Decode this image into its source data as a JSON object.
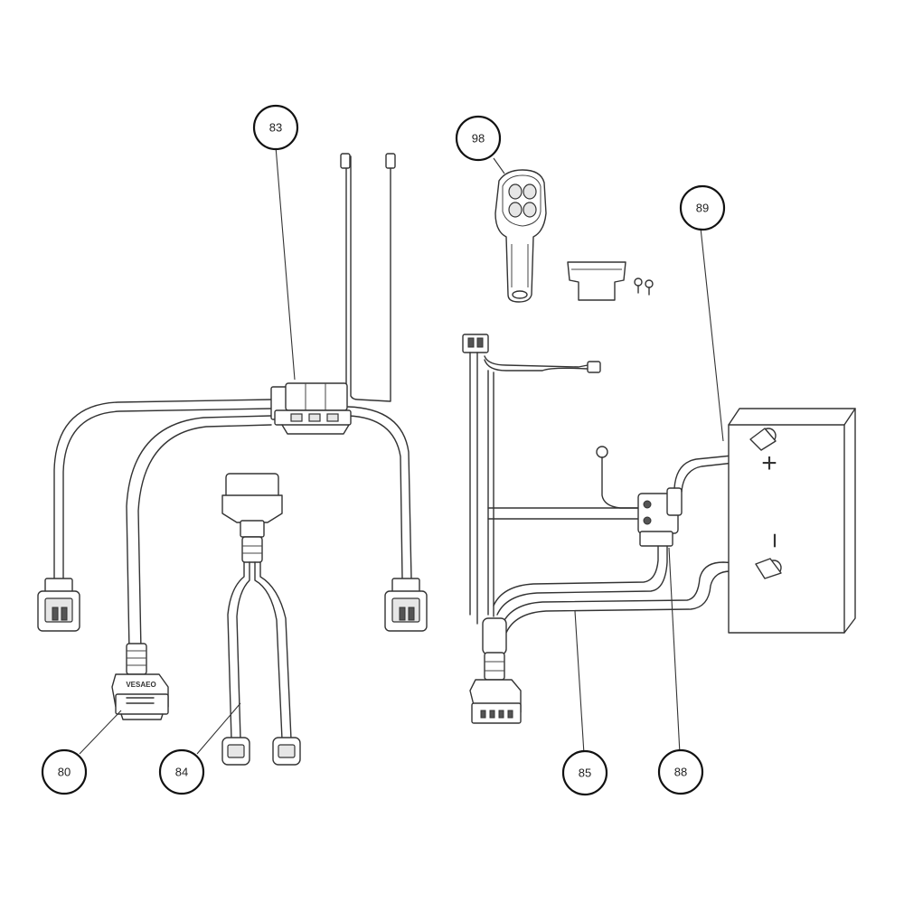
{
  "callouts": [
    {
      "id": "c83",
      "label": "83"
    },
    {
      "id": "c98",
      "label": "98"
    },
    {
      "id": "c89",
      "label": "89"
    },
    {
      "id": "c80",
      "label": "80"
    },
    {
      "id": "c84",
      "label": "84"
    },
    {
      "id": "c85",
      "label": "85"
    },
    {
      "id": "c88",
      "label": "88"
    }
  ],
  "battery": {
    "plus": "+",
    "minus": "−"
  },
  "brand_mark": "VESAEO"
}
